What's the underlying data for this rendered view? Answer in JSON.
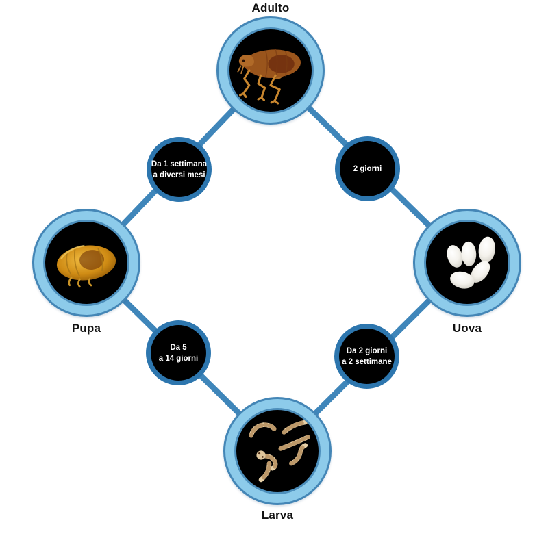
{
  "stages": {
    "adulto": {
      "label": "Adulto",
      "icon": "adult-flea-icon"
    },
    "uova": {
      "label": "Uova",
      "icon": "flea-eggs-icon"
    },
    "larva": {
      "label": "Larva",
      "icon": "flea-larvae-icon"
    },
    "pupa": {
      "label": "Pupa",
      "icon": "flea-pupa-icon"
    }
  },
  "durations": {
    "pupa_to_adulto": {
      "line1": "Da 1 settimana",
      "line2": "a diversi mesi"
    },
    "adulto_to_uova": {
      "line1": "2 giorni",
      "line2": ""
    },
    "larva_to_pupa": {
      "line1": "Da 5",
      "line2": "a 14 giorni"
    },
    "uova_to_larva": {
      "line1": "Da 2 giorni",
      "line2": "a 2 settimane"
    }
  },
  "colors": {
    "background": "#ffffff",
    "connector_line": "#3f86ba",
    "stage_ring_band": "#8dcbea",
    "stage_ring_edge": "#4486b6",
    "duration_ring": "#2d76ae",
    "circle_fill": "#000000",
    "label_text": "#111111",
    "duration_text": "#ffffff"
  }
}
